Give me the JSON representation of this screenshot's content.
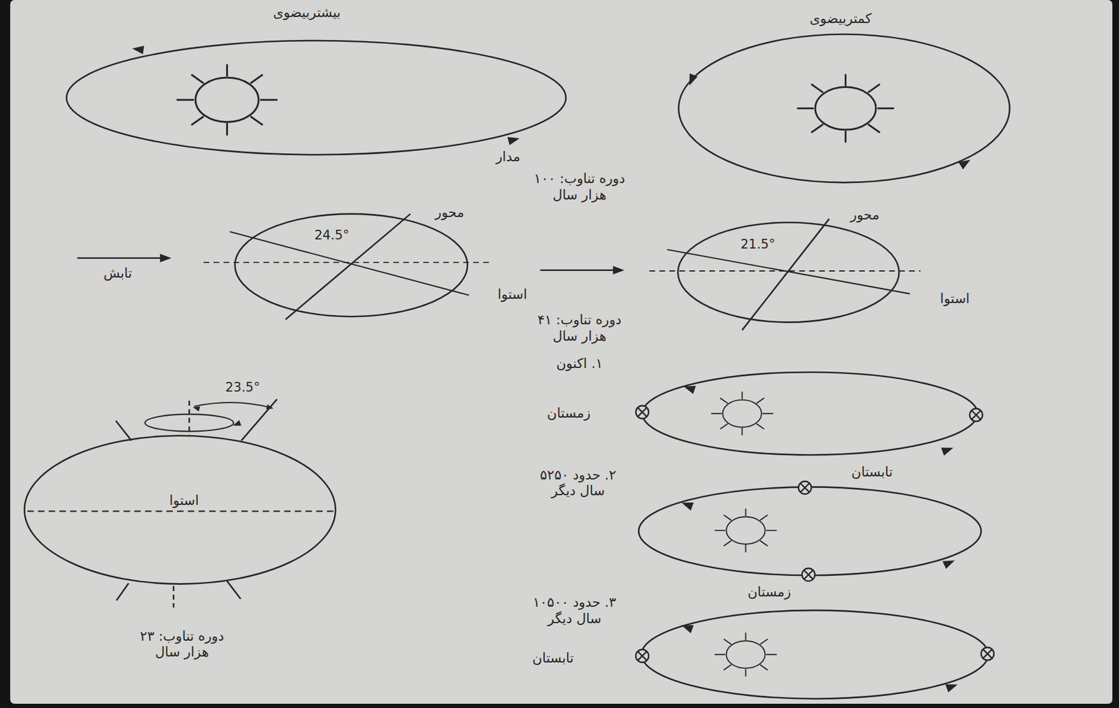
{
  "diagram": {
    "labels": [
      "بیشتربیضوی",
      "کمتربیضوی",
      "مدار",
      "دوره تناوب: ۱۰۰ هزار سال",
      "محور",
      "24.5°",
      "تابش",
      "استوا",
      "محور",
      "21.5°",
      "استوا",
      "دوره تناوب: ۴۱ هزار سال",
      "۱. اکنون",
      "23.5°",
      "زمستان",
      "۲. حدود ۵۲۵۰ سال دیگر",
      "تابستان",
      "استوا",
      "زمستان",
      "۳. حدود ۱۰۵۰۰ سال دیگر",
      "تابستان",
      "دوره تناوب: ۲۳ هزار سال"
    ]
  }
}
